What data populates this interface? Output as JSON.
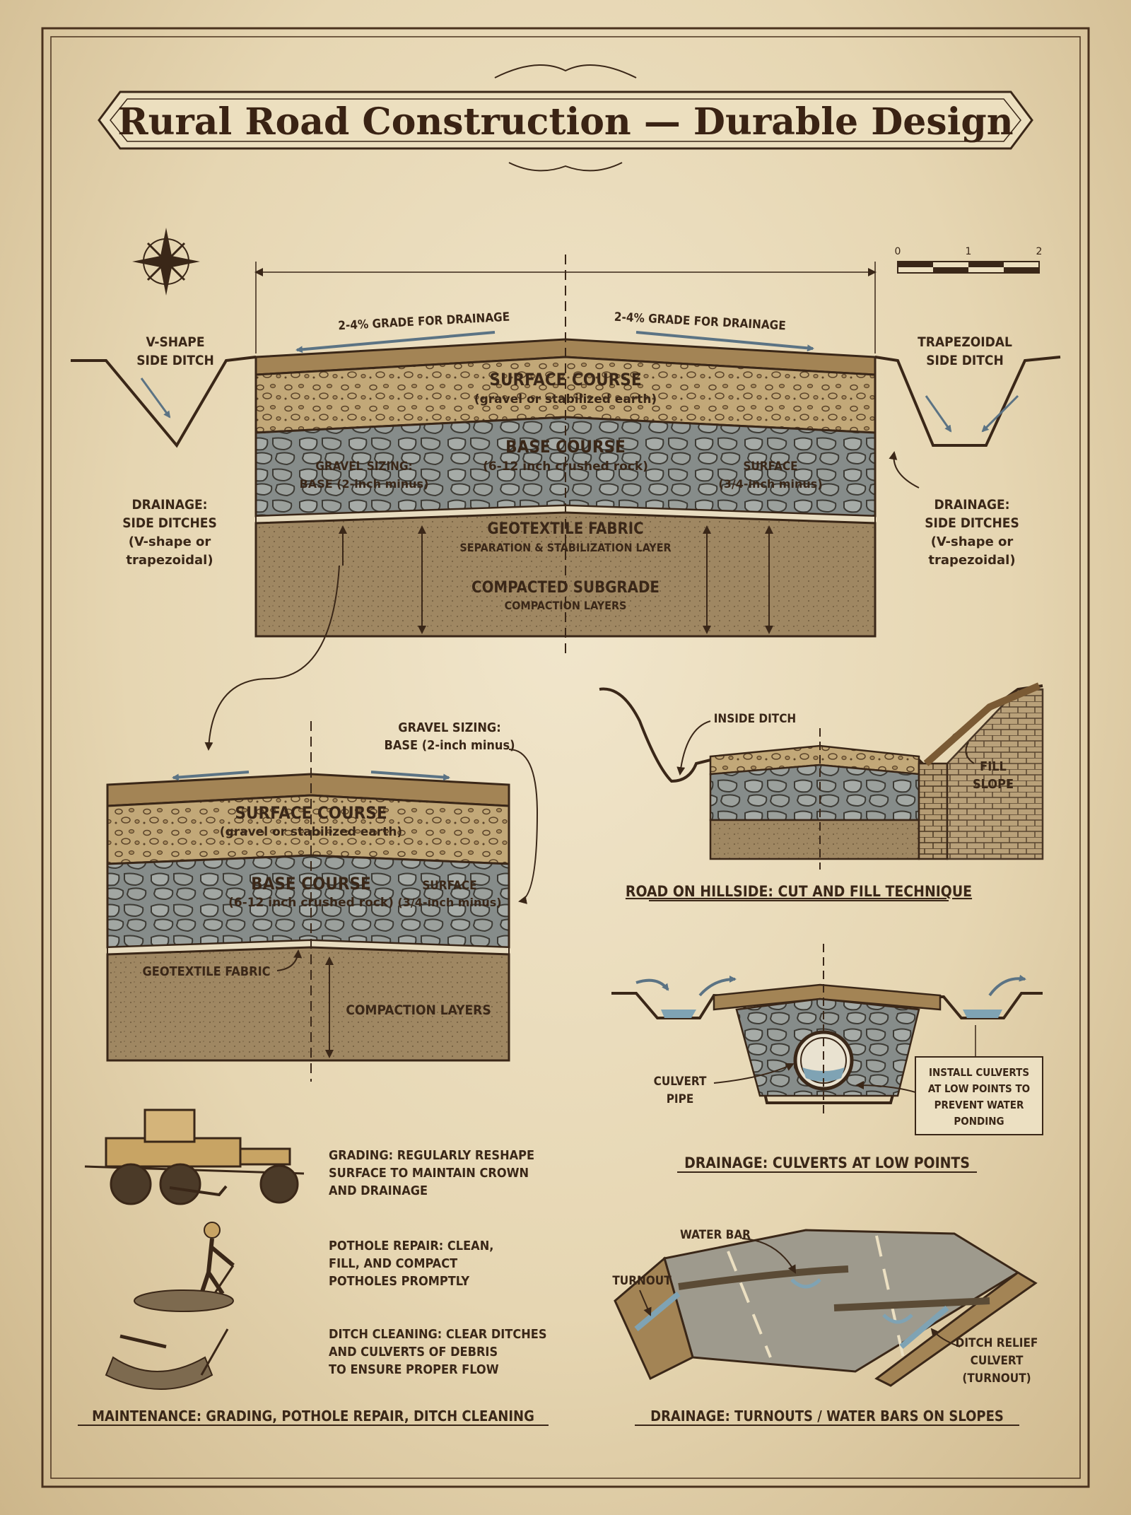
{
  "title": "Rural Road Construction — Durable Design",
  "scale_labels": [
    "0",
    "1",
    "2"
  ],
  "main_section": {
    "grade_left": "2-4% GRADE FOR DRAINAGE",
    "grade_right": "2-4% GRADE FOR DRAINAGE",
    "v_ditch": [
      "V-SHAPE",
      "SIDE DITCH"
    ],
    "trap_ditch": [
      "TRAPEZOIDAL",
      "SIDE DITCH"
    ],
    "surface_course": "SURFACE COURSE",
    "surface_course_sub": "(gravel or stabilized earth)",
    "base_course": "BASE COURSE",
    "base_course_sub": "(6-12 inch crushed rock)",
    "gravel_sizing": [
      "GRAVEL SIZING:",
      "BASE (2-inch minus)"
    ],
    "surface_sizing": [
      "SURFACE",
      "(3/4-inch minus)"
    ],
    "geotextile": "GEOTEXTILE FABRIC",
    "geotextile_sub": "SEPARATION & STABILIZATION LAYER",
    "subgrade": "COMPACTED SUBGRADE",
    "subgrade_sub": "COMPACTION LAYERS",
    "drainage_left": [
      "DRAINAGE:",
      "SIDE DITCHES",
      "(V-shape or",
      "trapezoidal)"
    ],
    "drainage_right": [
      "DRAINAGE:",
      "SIDE DITCHES",
      "(V-shape or",
      "trapezoidal)"
    ]
  },
  "detail_section": {
    "gravel_sizing": [
      "GRAVEL SIZING:",
      "BASE (2-inch minus)"
    ],
    "surface_course": "SURFACE COURSE",
    "surface_course_sub": "(gravel or stabilized earth)",
    "base_course": "BASE COURSE",
    "base_course_sub": "(6-12 inch crushed rock)",
    "surface_sizing": [
      "SURFACE",
      "(3/4-inch minus)"
    ],
    "geotextile": "GEOTEXTILE FABRIC",
    "compaction": "COMPACTION LAYERS"
  },
  "hillside": {
    "inside_ditch": "INSIDE DITCH",
    "fill_slope": [
      "FILL",
      "SLOPE"
    ],
    "caption": "ROAD ON HILLSIDE: CUT AND FILL TECHNIQUE"
  },
  "culvert": {
    "culvert_pipe": [
      "CULVERT",
      "PIPE"
    ],
    "install_note": [
      "INSTALL CULVERTS",
      "AT LOW POINTS TO",
      "PREVENT WATER",
      "PONDING"
    ],
    "caption": "DRAINAGE: CULVERTS AT LOW POINTS"
  },
  "maintenance": {
    "grading": [
      "GRADING: REGULARLY RESHAPE",
      "SURFACE TO MAINTAIN CROWN",
      "AND DRAINAGE"
    ],
    "pothole": [
      "POTHOLE REPAIR: CLEAN,",
      "FILL, AND COMPACT",
      "POTHOLES PROMPTLY"
    ],
    "ditch": [
      "DITCH CLEANING: CLEAR DITCHES",
      "AND CULVERTS OF DEBRIS",
      "TO ENSURE PROPER FLOW"
    ],
    "caption": "MAINTENANCE: GRADING, POTHOLE REPAIR, DITCH CLEANING"
  },
  "turnouts": {
    "water_bar": "WATER BAR",
    "turnout": "TURNOUT",
    "relief": [
      "DITCH RELIEF",
      "CULVERT",
      "(TURNOUT)"
    ],
    "caption": "DRAINAGE: TURNOUTS / WATER BARS ON SLOPES"
  },
  "colors": {
    "ink": "#3a2718",
    "paper": "#efe3c6",
    "surface": "#b59a6e",
    "base": "#8f9493",
    "subgrade": "#9c8461",
    "water": "#7fa3b4",
    "arrow": "#5b7384"
  }
}
